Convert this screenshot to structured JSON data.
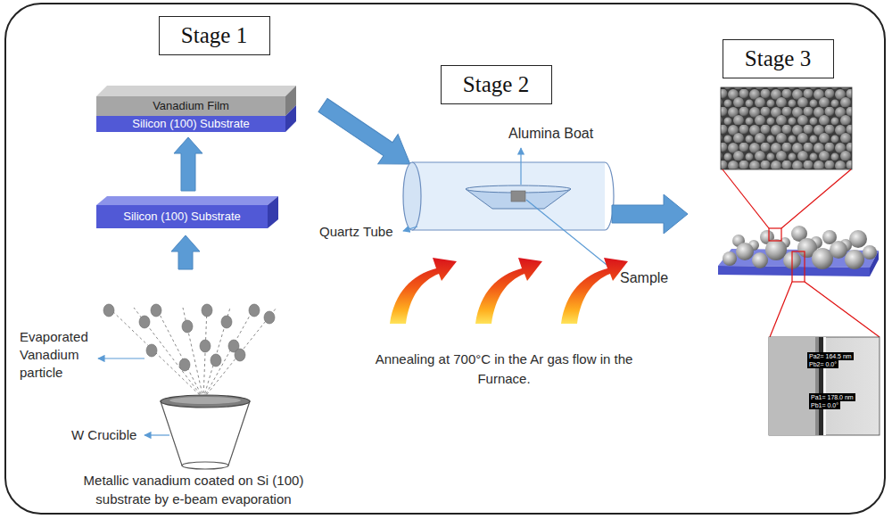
{
  "diagram": {
    "nodes": [
      {
        "text": [
          "Stage 1"
        ]
      },
      {
        "text": [
          "Stage 2"
        ]
      },
      {
        "text": [
          "Stage 3"
        ]
      },
      {
        "text": [
          "Vanadium Film",
          "Silicon (100) Substrate"
        ]
      },
      {
        "text": [
          "Silicon (100) Substrate"
        ]
      }
    ],
    "edges": [
      {
        "from": 4,
        "to": 3,
        "arrow": "to"
      }
    ],
    "labels": [
      "Evaporated Vanadium particle",
      "W Crucible",
      "Metallic vanadium coated on Si (100) substrate by e-beam evaporation",
      "Alumina Boat",
      "Quartz Tube",
      "Sample",
      "Annealing at 700°C in the Ar gas flow in the Furnace.",
      "Pa2= 164.5 nm",
      "Pb2= 0.0°",
      "Pa1= 178.0 nm",
      "Pb1= 0.0°"
    ]
  }
}
